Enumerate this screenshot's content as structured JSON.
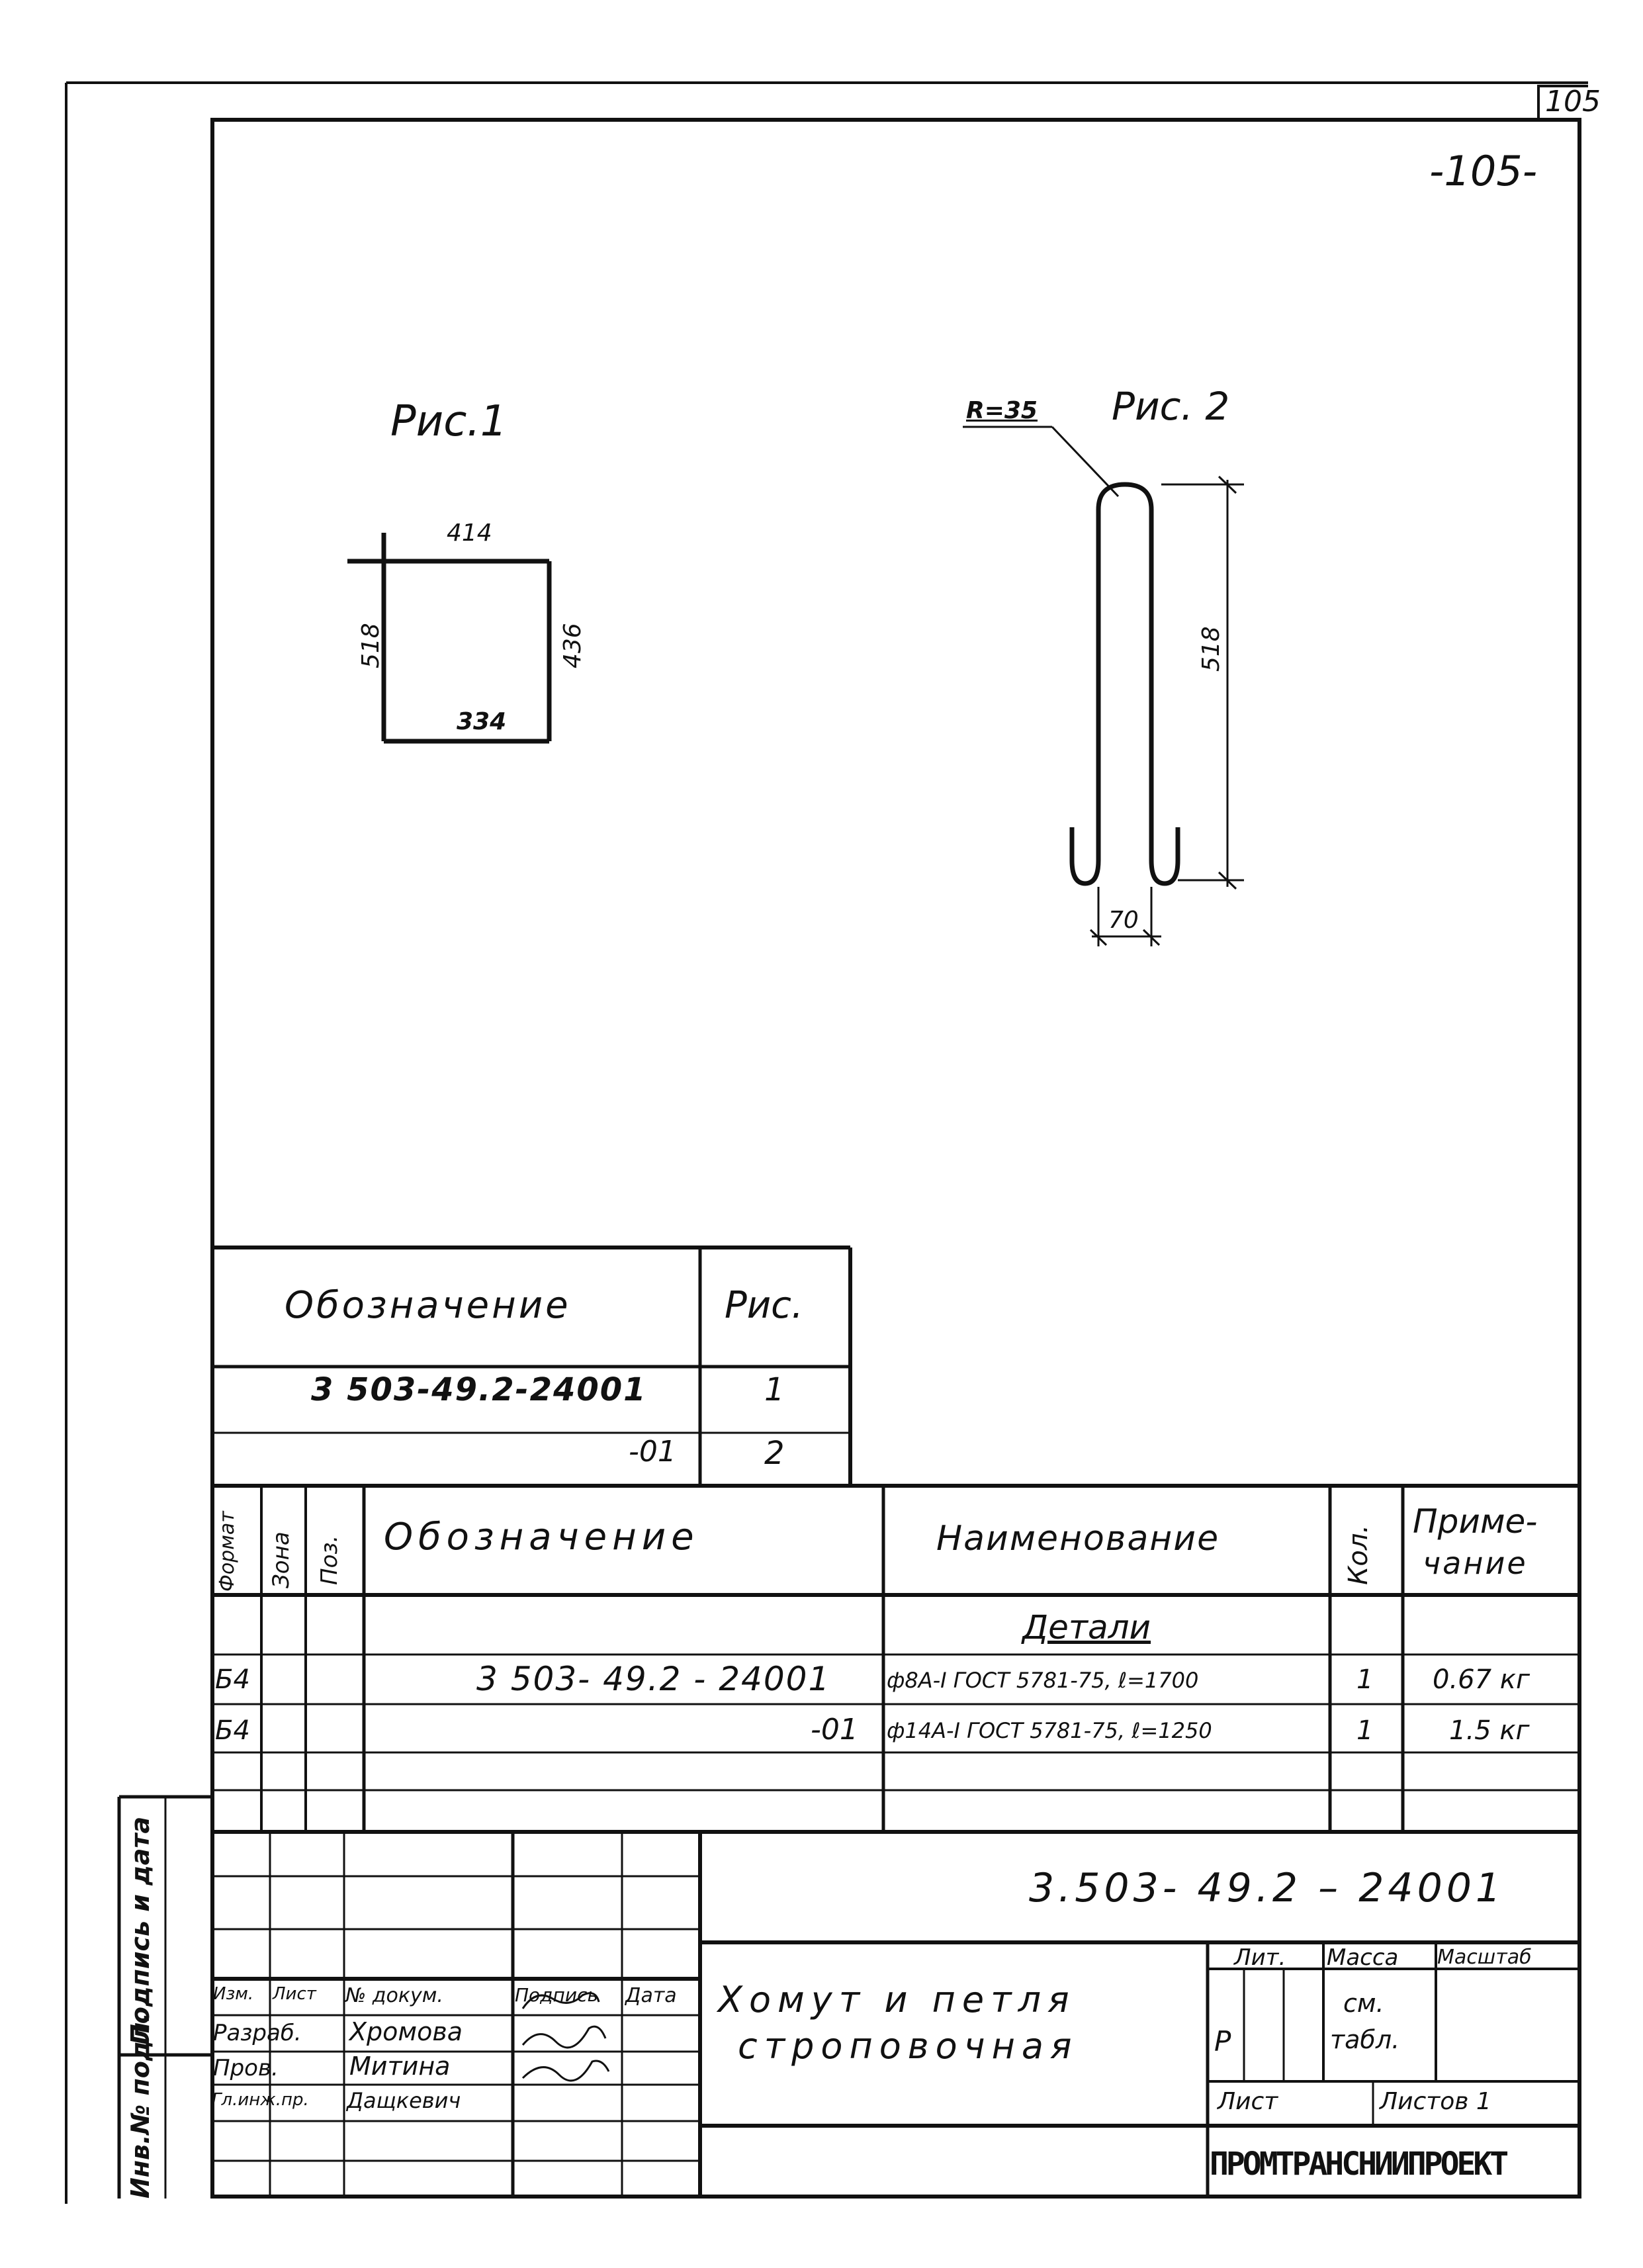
{
  "page": {
    "page_number_corner": "105",
    "page_number_hand": "-105-"
  },
  "figures": {
    "fig1": {
      "label": "Рис.1",
      "dim_top": "414",
      "dim_left": "518",
      "dim_right": "436",
      "dim_bottom": "334"
    },
    "fig2": {
      "label": "Рис. 2",
      "radius": "R=35",
      "dim_height": "518",
      "dim_width": "70"
    }
  },
  "small_table": {
    "header_designation": "Обозначение",
    "header_fig": "Рис.",
    "rows": [
      {
        "designation": "3 503-49.2-24001",
        "fig": "1"
      },
      {
        "designation": "-01",
        "fig": "2"
      }
    ]
  },
  "spec_table": {
    "headers": {
      "format": "Формат",
      "zone": "Зона",
      "pos": "Поз.",
      "designation": "Обозначение",
      "name": "Наименование",
      "qty": "Кол.",
      "note_line1": "Приме-",
      "note_line2": "чание"
    },
    "section": "Детали",
    "rows": [
      {
        "format": "Б4",
        "designation": "3 503- 49.2 - 24001",
        "name": "ф8А-I ГОСТ 5781-75, ℓ=1700",
        "qty": "1",
        "note": "0.67 кг"
      },
      {
        "format": "Б4",
        "designation": "-01",
        "name": "ф14А-I ГОСТ 5781-75, ℓ=1250",
        "qty": "1",
        "note": "1.5 кг"
      }
    ]
  },
  "title_block": {
    "doc_number": "3.503- 49.2 – 24001",
    "title_line1": "Хомут и петля",
    "title_line2": "строповочная",
    "lit_header": "Лит.",
    "mass_header": "Масса",
    "scale_header": "Масштаб",
    "lit_value": "Р",
    "mass_value_line1": "см.",
    "mass_value_line2": "табл.",
    "sheet_label": "Лист",
    "sheets_label": "Листов 1",
    "org": "ПРОМТРАНСНИИПРОЕКТ",
    "cols": {
      "izm": "Изм.",
      "list": "Лист",
      "doc": "№ докум.",
      "sign": "Подпись",
      "date": "Дата"
    },
    "people": [
      {
        "role": "Разраб.",
        "name": "Хромова"
      },
      {
        "role": "Пров.",
        "name": "Митина"
      },
      {
        "role": "Гл.инж.пр.",
        "name": "Дащкевич"
      }
    ]
  },
  "side_stamp": {
    "sign_date": "Подпись и дата",
    "inv_no": "Инв.№ подл."
  }
}
